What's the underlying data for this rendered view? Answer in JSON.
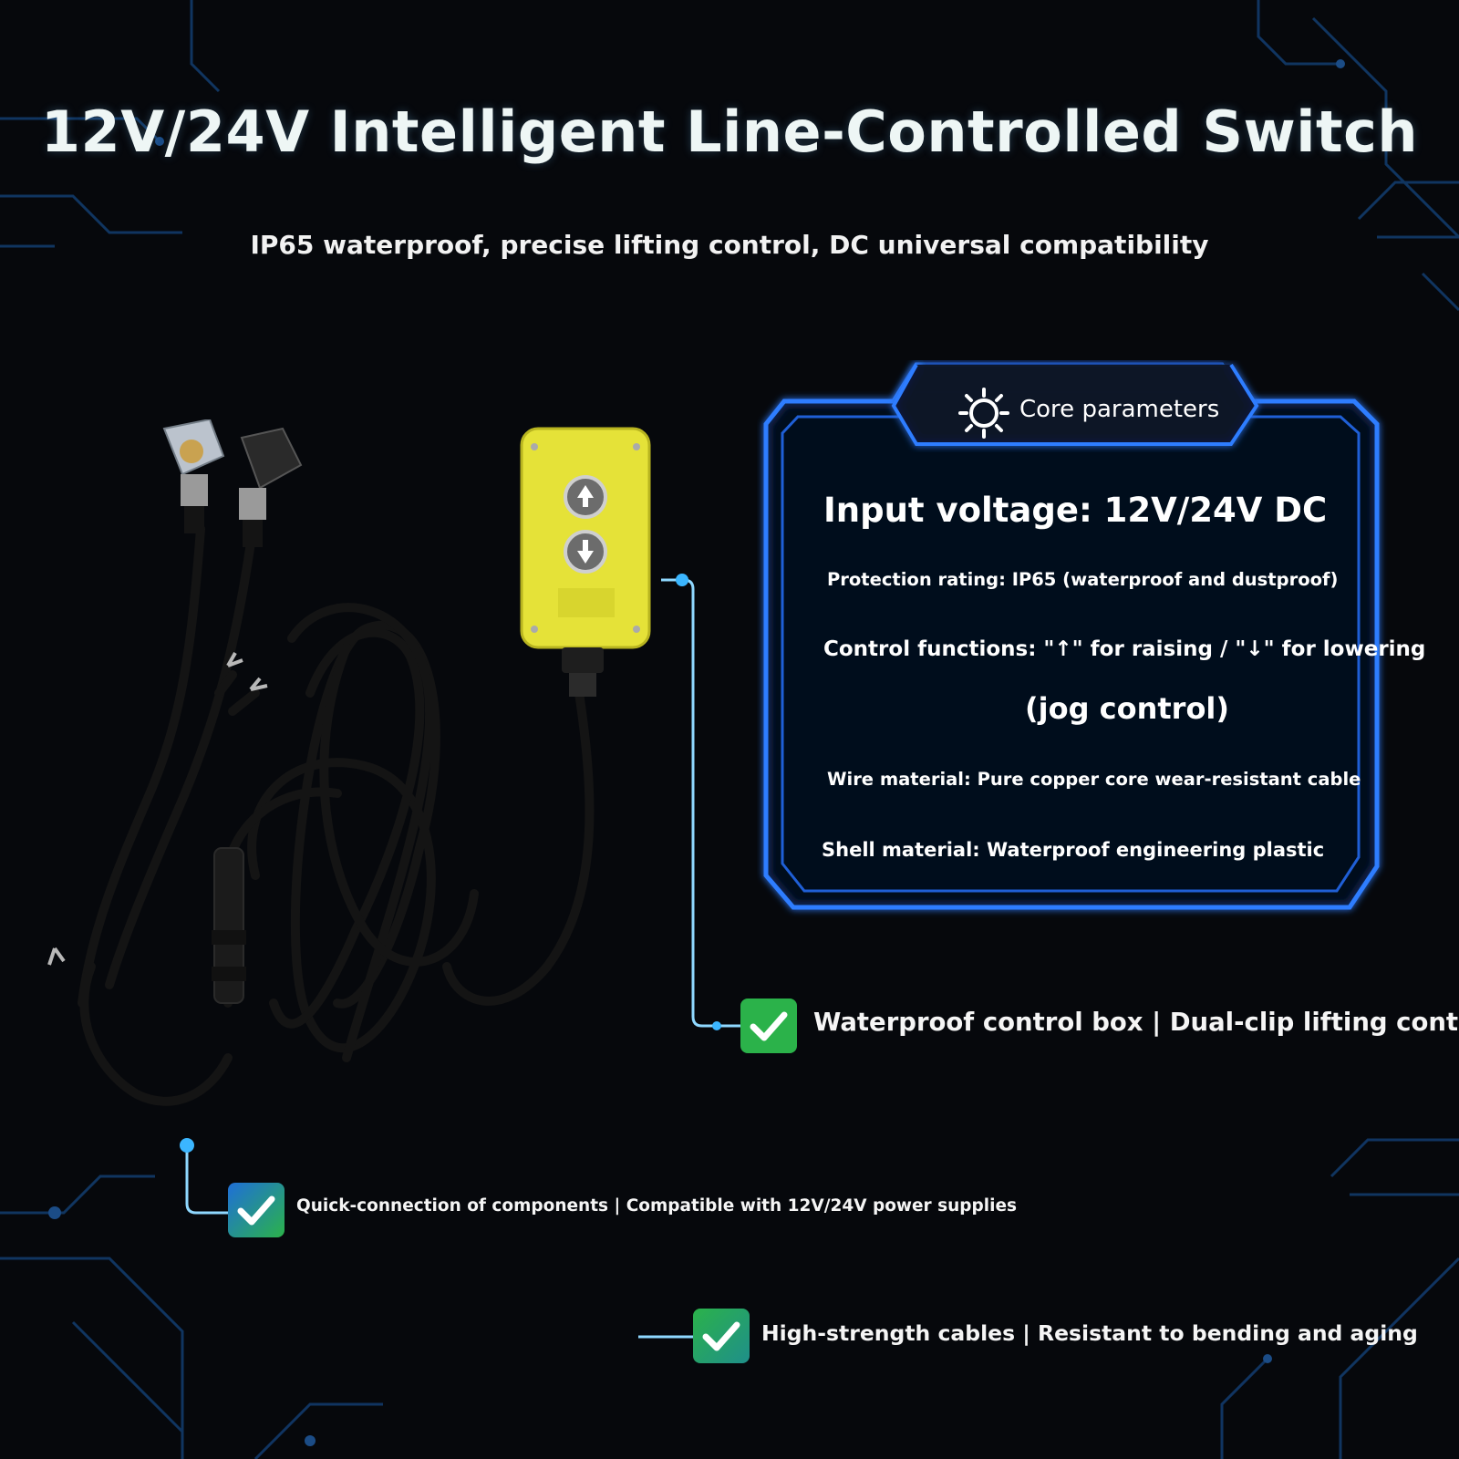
{
  "title": "12V/24V Intelligent Line-Controlled Switch",
  "subtitle": "IP65 waterproof, precise lifting control, DC universal compatibility",
  "panel": {
    "header": "Core parameters",
    "header_icon": "gear-sun-icon",
    "input_voltage": "Input voltage: 12V/24V DC",
    "protection_rating": "Protection rating: IP65 (waterproof and dustproof)",
    "control_functions": "Control functions: \"↑\" for raising / \"↓\" for lowering",
    "jog_control": "(jog control)",
    "wire_material": "Wire material: Pure copper core wear-resistant cable",
    "shell_material": "Shell material: Waterproof engineering plastic"
  },
  "features": [
    {
      "text": "Waterproof control box | Dual-clip lifting control",
      "icon": "check-icon"
    },
    {
      "text": "Quick-connection of components | Compatible with 12V/24V power supplies",
      "icon": "check-icon"
    },
    {
      "text": "High-strength cables | Resistant to bending and aging",
      "icon": "check-icon"
    }
  ],
  "colors": {
    "background": "#06080c",
    "accent_blue": "#2f7dff",
    "check_green": "#2bb24a",
    "box_yellow": "#e5e238"
  }
}
